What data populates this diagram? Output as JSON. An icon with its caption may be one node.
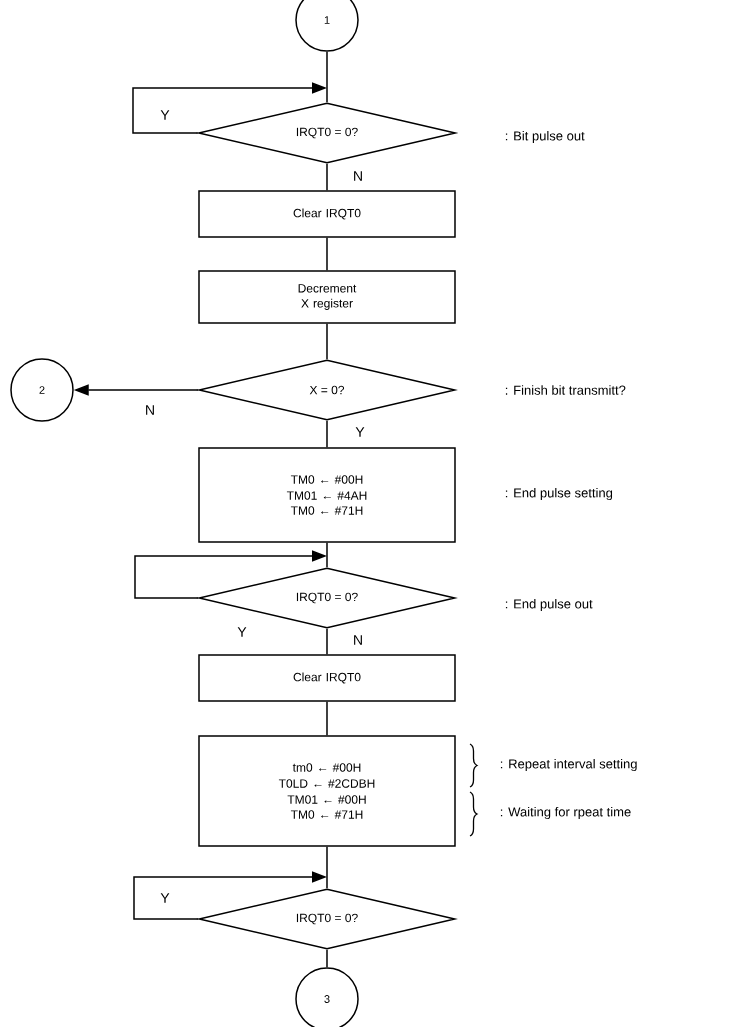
{
  "diagram": {
    "nodes": [
      {
        "text": [
          "1"
        ]
      },
      {
        "text": [
          "IRQT0 = 0?"
        ],
        "beside": [
          ": Bit pulse out"
        ]
      },
      {
        "text": [
          "Clear IRQT0"
        ]
      },
      {
        "text": [
          "Decrement X register"
        ]
      },
      {
        "text": [
          "X = 0?"
        ],
        "beside": [
          ": Finish bit transmitt?"
        ]
      },
      {
        "text": [
          "2"
        ]
      },
      {
        "text": [
          "TM0 ← #00H",
          "TM01 ← #4AH",
          "TM0 ← #71H"
        ],
        "beside": [
          ": End pulse setting"
        ]
      },
      {
        "text": [
          "IRQT0 = 0?"
        ],
        "beside": [
          ": End pulse out"
        ]
      },
      {
        "text": [
          "Clear IRQT0"
        ]
      },
      {
        "text": [
          "tm0 ← #00H",
          "T0LD ← #2CDBH",
          "TM01 ← #00H",
          "TM0 ← #71H"
        ],
        "beside": [
          ": Repeat interval setting",
          ": Waiting for rpeat time"
        ]
      },
      {
        "text": [
          "IRQT0 = 0?"
        ]
      },
      {
        "text": [
          "3"
        ]
      }
    ],
    "edges": [
      {
        "from": 0,
        "to": 1,
        "arrow": "none"
      },
      {
        "from": 1,
        "to": 1,
        "arrow": "to",
        "label": "Y"
      },
      {
        "from": 1,
        "to": 2,
        "arrow": "none",
        "label": "N"
      },
      {
        "from": 2,
        "to": 3,
        "arrow": "none"
      },
      {
        "from": 3,
        "to": 4,
        "arrow": "none"
      },
      {
        "from": 4,
        "to": 5,
        "arrow": "to",
        "label": "N"
      },
      {
        "from": 4,
        "to": 6,
        "arrow": "none",
        "label": "Y"
      },
      {
        "from": 6,
        "to": 7,
        "arrow": "none"
      },
      {
        "from": 7,
        "to": 7,
        "arrow": "to",
        "label": "Y"
      },
      {
        "from": 7,
        "to": 8,
        "arrow": "none",
        "label": "N"
      },
      {
        "from": 8,
        "to": 9,
        "arrow": "none"
      },
      {
        "from": 9,
        "to": 10,
        "arrow": "none"
      },
      {
        "from": 10,
        "to": 10,
        "arrow": "to",
        "label": "Y"
      },
      {
        "from": 10,
        "to": 11,
        "arrow": "none"
      }
    ]
  }
}
